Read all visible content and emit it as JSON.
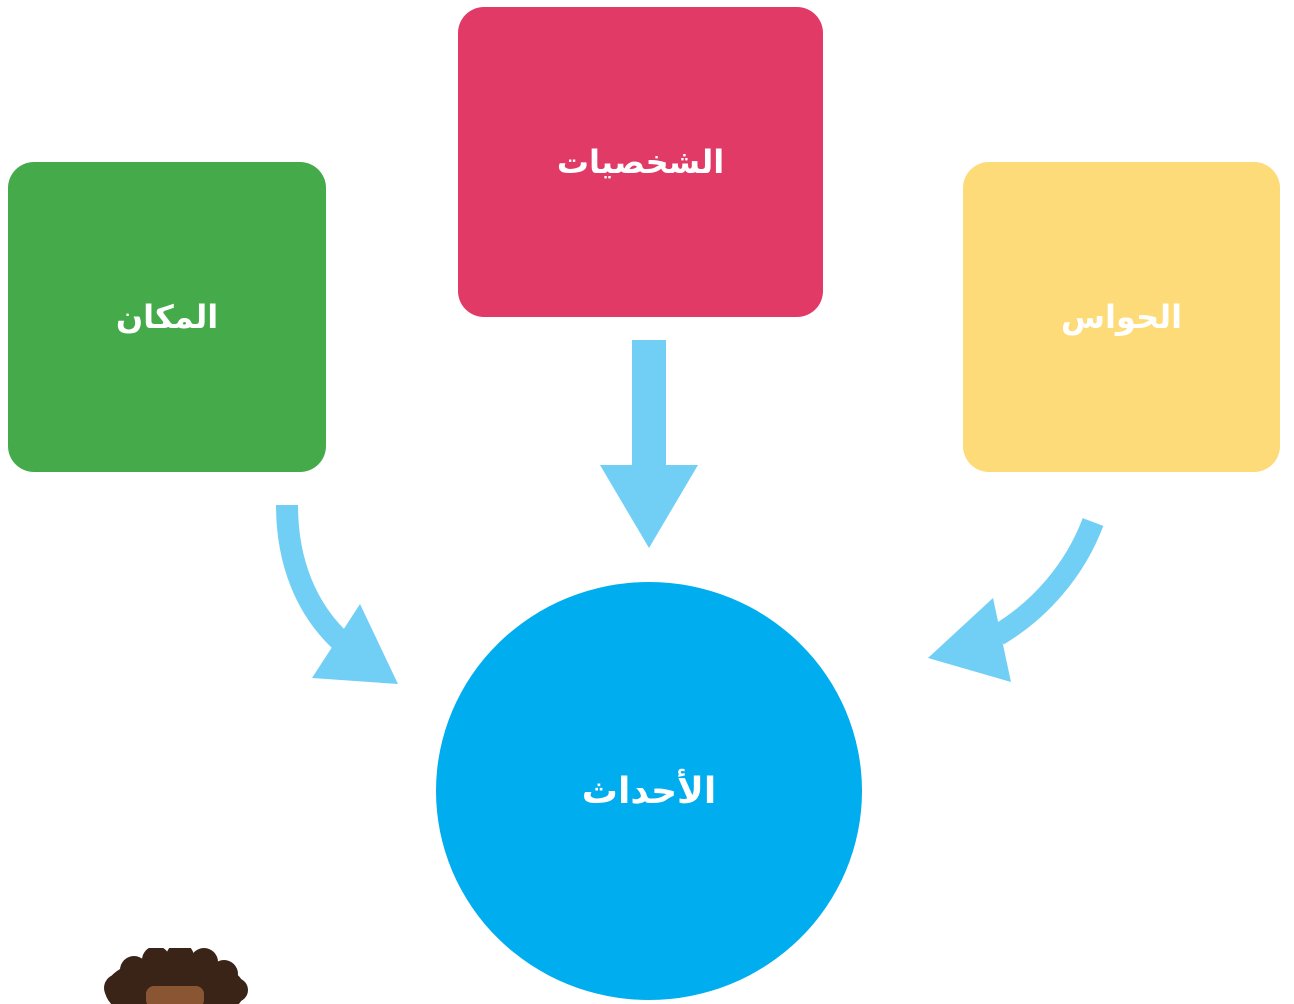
{
  "diagram": {
    "nodes": {
      "place": {
        "label": "المكان",
        "color": "#45AB4A"
      },
      "characters": {
        "label": "الشخصيات",
        "color": "#E23A67"
      },
      "senses": {
        "label": "الحواس",
        "color": "#FDDB78"
      },
      "events": {
        "label": "الأحداث",
        "color": "#00ADEE"
      }
    },
    "edges": [
      {
        "from": "place",
        "to": "events"
      },
      {
        "from": "characters",
        "to": "events"
      },
      {
        "from": "senses",
        "to": "events"
      }
    ],
    "arrow_color": "#71CFF5"
  }
}
